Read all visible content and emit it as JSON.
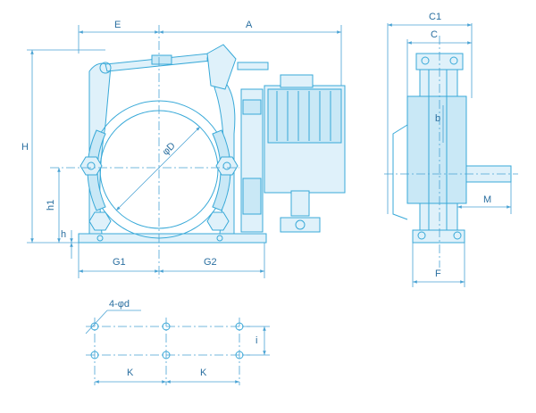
{
  "labels": {
    "E": "E",
    "A": "A",
    "H": "H",
    "h1": "h1",
    "h": "h",
    "G1": "G1",
    "G2": "G2",
    "phiD": "φD",
    "C1": "C1",
    "C": "C",
    "b": "b",
    "M": "M",
    "F": "F",
    "holes": "4-φd",
    "i": "i",
    "K1": "K",
    "K2": "K"
  },
  "colors": {
    "line": "#38a9d8",
    "fill": "#dff1fa",
    "text": "#2a6fa0"
  }
}
